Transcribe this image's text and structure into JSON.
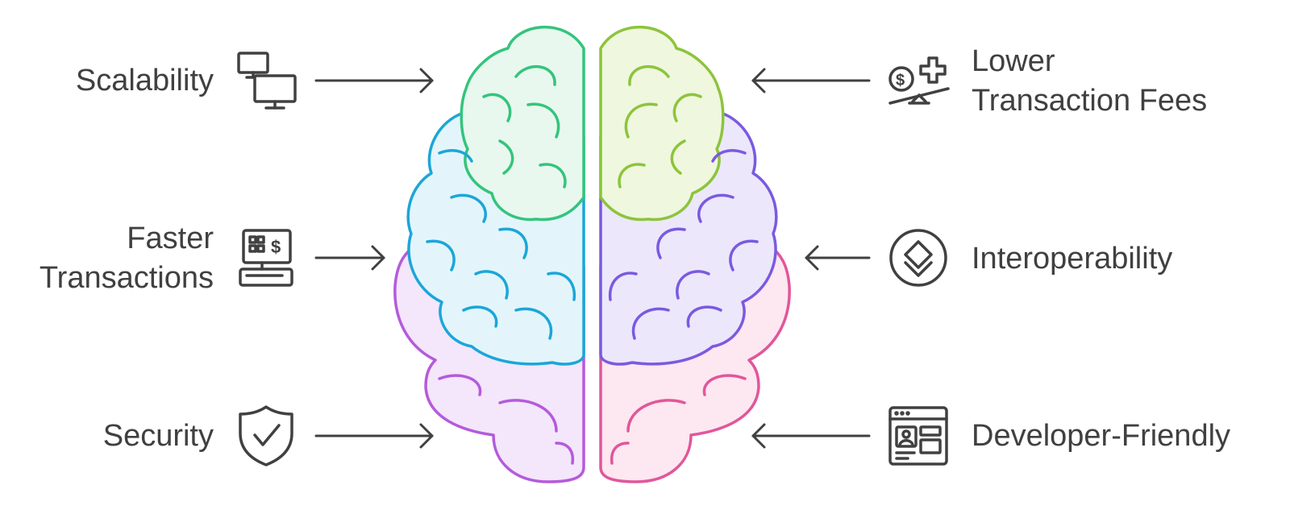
{
  "diagram": {
    "left_items": [
      {
        "lines": [
          "Scalability"
        ],
        "icon": "dual-monitor-icon"
      },
      {
        "lines": [
          "Faster",
          "Transactions"
        ],
        "icon": "cash-register-icon"
      },
      {
        "lines": [
          "Security"
        ],
        "icon": "shield-check-icon"
      }
    ],
    "right_items": [
      {
        "lines": [
          "Lower",
          "Transaction Fees"
        ],
        "icon": "coin-balance-icon"
      },
      {
        "lines": [
          "Interoperability"
        ],
        "icon": "ethereum-diamond-icon"
      },
      {
        "lines": [
          "Developer-Friendly"
        ],
        "icon": "browser-layout-icon"
      }
    ]
  },
  "colors": {
    "text": "#404040",
    "icon": "#404040",
    "green": "#34c47c",
    "green_fill": "#e8f8ef",
    "cyan": "#1ba6d8",
    "cyan_fill": "#e3f5fb",
    "left_pink": "#b45bdb",
    "left_pink_fill": "#f4e6fb",
    "lime": "#8cc43c",
    "lime_fill": "#eff7de",
    "violet": "#7a5ae0",
    "violet_fill": "#ece7fb",
    "magenta": "#e0579a",
    "magenta_fill": "#fde7f0"
  }
}
